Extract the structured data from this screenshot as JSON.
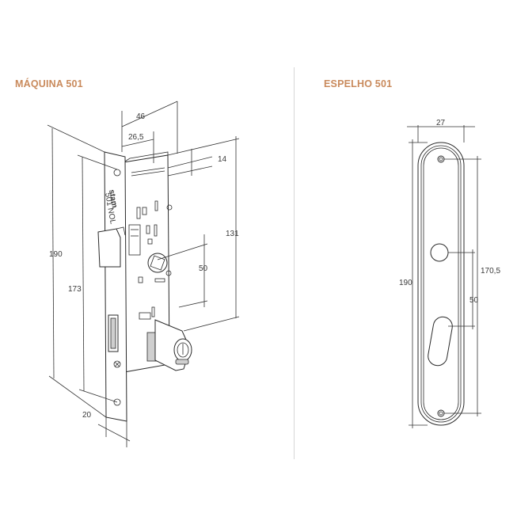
{
  "titles": {
    "left": "MÁQUINA 501",
    "right": "ESPELHO 501"
  },
  "colors": {
    "title": "#c98a5c",
    "line": "#2a2a2a",
    "divider": "#d6d6d6"
  },
  "lock_body_dimensions": {
    "width_total": "46",
    "backset": "26,5",
    "thickness": "14",
    "height_total": "190",
    "faceplate_height": "173",
    "handle_to_cylinder": "50",
    "body_height": "131",
    "faceplate_width": "20"
  },
  "escutcheon_dimensions": {
    "width": "27",
    "height": "190",
    "hole_spacing": "170,5",
    "handle_to_cylinder": "50"
  },
  "faceplate_marking": {
    "brand": "stam",
    "model": "501 NOL"
  }
}
